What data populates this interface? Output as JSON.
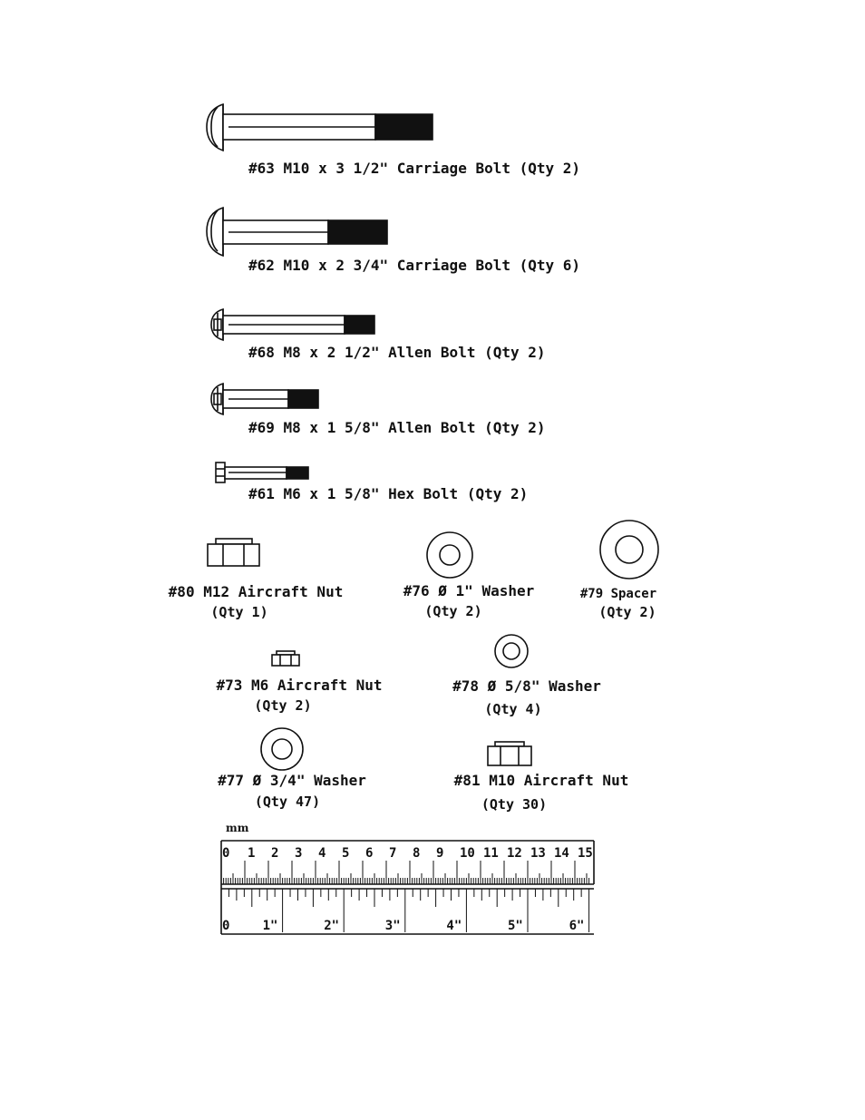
{
  "parts": {
    "p63": {
      "label": "#63 M10 x 3 1/2\" Carriage Bolt (Qty 2)"
    },
    "p62": {
      "label": "#62 M10 x 2 3/4\" Carriage Bolt (Qty 6)"
    },
    "p68": {
      "label": "#68 M8 x 2 1/2\" Allen Bolt (Qty 2)"
    },
    "p69": {
      "label": "#69 M8 x 1 5/8\" Allen Bolt (Qty 2)"
    },
    "p61": {
      "label": "#61 M6 x 1 5/8\" Hex Bolt (Qty 2)"
    },
    "p80": {
      "label": "#80 M12 Aircraft Nut",
      "qty": "(Qty 1)"
    },
    "p76": {
      "label": "#76 Ø 1\" Washer",
      "qty": "(Qty 2)"
    },
    "p79": {
      "label": "#79 Spacer",
      "qty": "(Qty 2)"
    },
    "p73": {
      "label": "#73 M6 Aircraft Nut",
      "qty": "(Qty 2)"
    },
    "p78": {
      "label": "#78 Ø 5/8\" Washer",
      "qty": "(Qty 4)"
    },
    "p77": {
      "label": "#77 Ø 3/4\" Washer",
      "qty": "(Qty 47)"
    },
    "p81": {
      "label": "#81 M10 Aircraft Nut",
      "qty": "(Qty 30)"
    }
  },
  "ruler": {
    "unit_label": "mm",
    "mm_marks": [
      "0",
      "1",
      "2",
      "3",
      "4",
      "5",
      "6",
      "7",
      "8",
      "9",
      "10",
      "11",
      "12",
      "13",
      "14",
      "15"
    ],
    "inch_marks": [
      "0",
      "1\"",
      "2\"",
      "3\"",
      "4\"",
      "5\"",
      "6\""
    ]
  },
  "icons": {
    "carriage_bolt": "carriage-bolt-icon",
    "allen_bolt": "allen-bolt-icon",
    "hex_bolt": "hex-bolt-icon",
    "aircraft_nut": "aircraft-nut-icon",
    "washer": "washer-icon",
    "spacer": "spacer-icon",
    "ruler": "ruler-icon"
  },
  "colors": {
    "ink": "#111111",
    "paper": "#ffffff"
  }
}
